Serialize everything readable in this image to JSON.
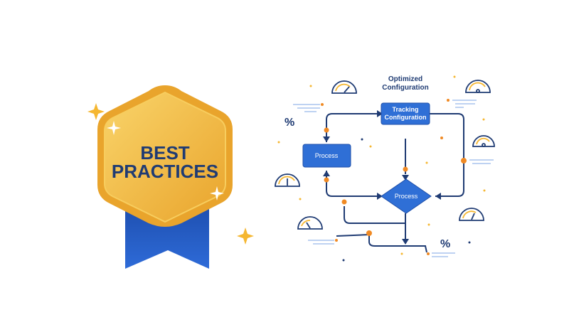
{
  "badge": {
    "line1": "BEST",
    "line2": "PRACTICES"
  },
  "diagram": {
    "title_line1": "Optimized",
    "title_line2": "Configuration",
    "tracking_line1": "Tracking",
    "tracking_line2": "Configuration",
    "process_box": "Process",
    "process_diamond": "Process",
    "percent_left": "%",
    "percent_right": "%"
  },
  "colors": {
    "gold": "#F2B53A",
    "blue": "#2F6FD6",
    "navy": "#1F3B73",
    "orange": "#F08A24",
    "sparkle": "#F5B731"
  }
}
